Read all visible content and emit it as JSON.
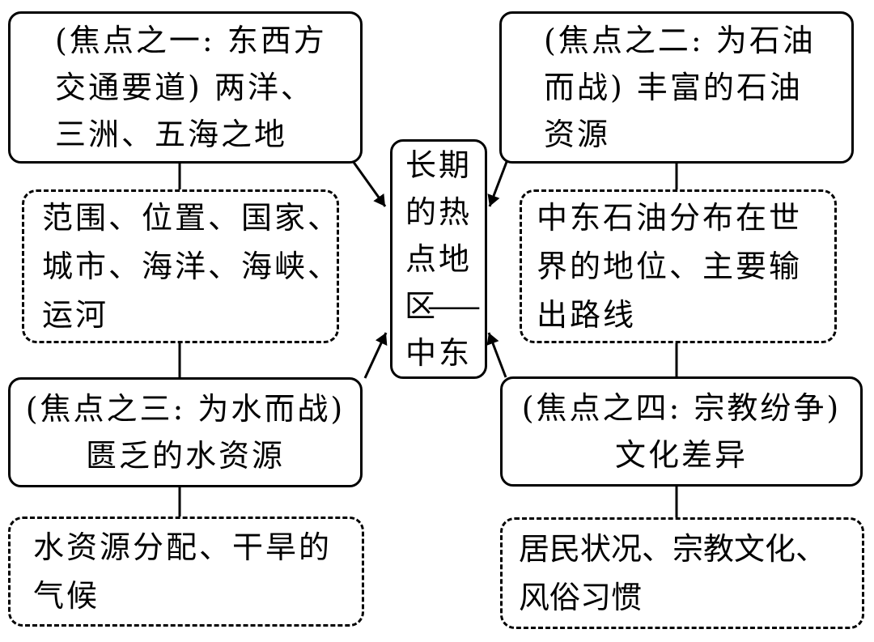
{
  "colors": {
    "ink": "#000000",
    "background": "#ffffff"
  },
  "diagram": {
    "center": {
      "lines": [
        "长期",
        "的热",
        "点地",
        "区——",
        "中东"
      ]
    },
    "focus1": {
      "lines": [
        "(焦点之一: 东西方",
        "交通要道) 两洋、",
        "三洲、五海之地"
      ]
    },
    "focus2": {
      "lines": [
        "(焦点之二: 为石油",
        "而战) 丰富的石油",
        "资源"
      ]
    },
    "focus3": {
      "lines": [
        "(焦点之三: 为水而战)",
        "匮乏的水资源"
      ]
    },
    "focus4": {
      "lines": [
        "(焦点之四: 宗教纷争)",
        "文化差异"
      ]
    },
    "detail1": {
      "lines": [
        "范围、位置、国家、",
        "城市、海洋、海峡、",
        "运河"
      ]
    },
    "detail2": {
      "lines": [
        "中东石油分布在世",
        "界的地位、主要输",
        "出路线"
      ]
    },
    "detail3": {
      "lines": [
        "水资源分配、干旱的",
        "气候"
      ]
    },
    "detail4": {
      "lines": [
        "居民状况、宗教文化、",
        "风俗习惯"
      ]
    }
  }
}
